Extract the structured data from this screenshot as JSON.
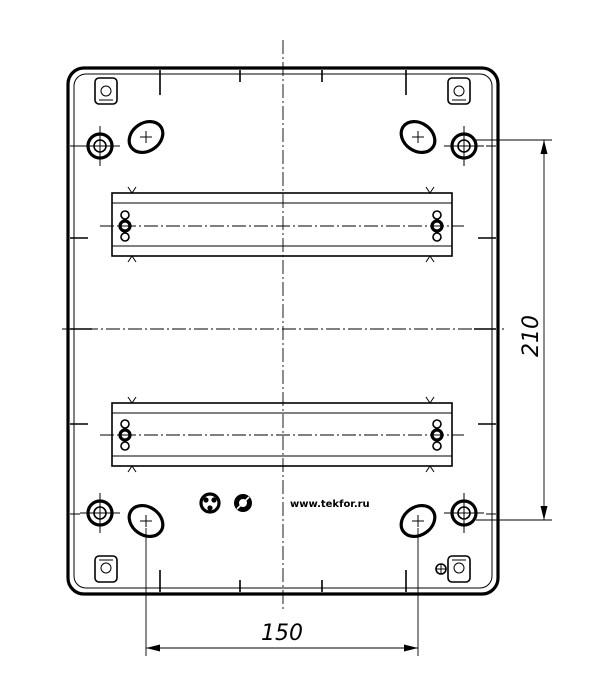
{
  "drawing": {
    "dimensions": {
      "width_label": "150",
      "height_label": "210"
    },
    "brand_url": "www.tekfor.ru",
    "colors": {
      "line": "#000000",
      "background": "#ffffff"
    },
    "icons": [
      "mounting-hole-icon",
      "slot-hole-icon",
      "screw-icon",
      "clip-icon",
      "ground-symbol-icon"
    ]
  }
}
